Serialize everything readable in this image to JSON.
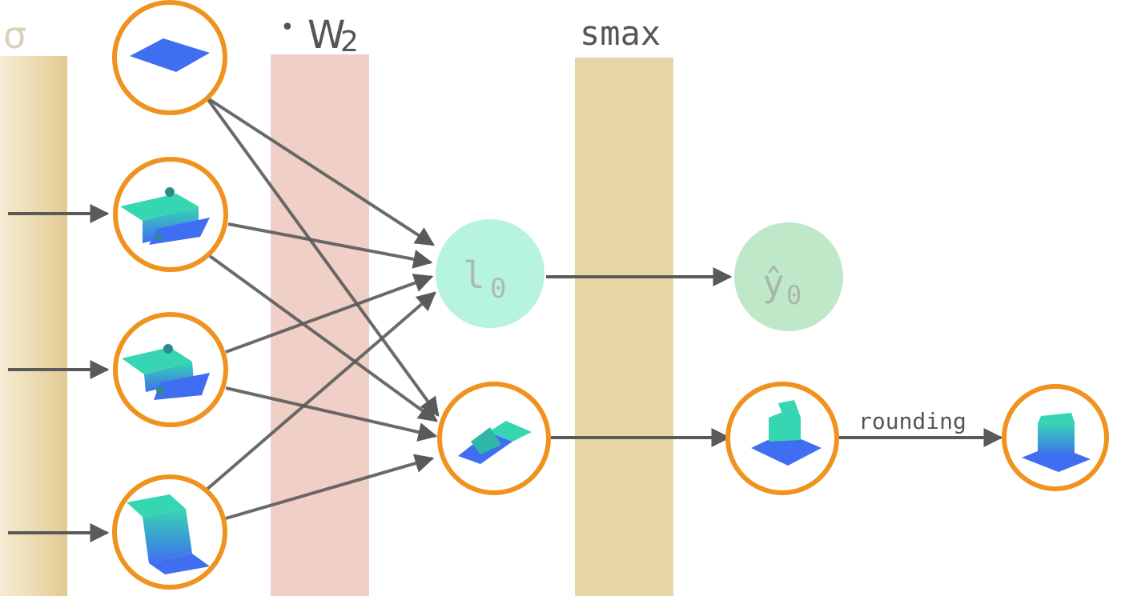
{
  "labels": {
    "sigma": "σ",
    "w2_dot": "•",
    "w2": "W",
    "w2_sub": "2",
    "smax": "smax",
    "l_node_base": "l",
    "l_node_sub": "0",
    "y_node_base": "ŷ",
    "y_node_sub": "0",
    "rounding": "rounding"
  },
  "colors": {
    "node_ring": "#f0921e",
    "arrow": "#5a5a5a",
    "sigma_band": "#e8d5a8",
    "w2_band": "#f0d0c6",
    "smax_band": "#e6d6a6",
    "l_node_fill": "#b6f4e0",
    "y_node_fill": "#bfe8c8",
    "surface_blue": "#3f6ef0",
    "surface_teal": "#36d6b2",
    "label_grey": "#555555"
  }
}
